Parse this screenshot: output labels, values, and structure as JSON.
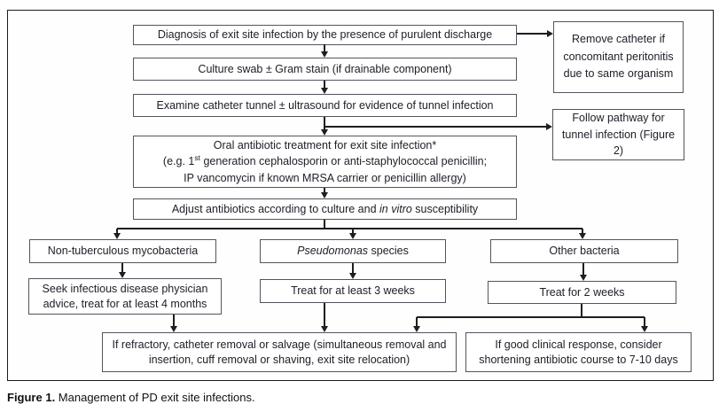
{
  "figure": {
    "caption_bold": "Figure 1.",
    "caption_text": " Management of PD exit site infections."
  },
  "flowchart": {
    "boxes": {
      "diagnosis": "Diagnosis of exit site infection by the presence of purulent discharge",
      "remove_catheter": "Remove catheter if concomitant peritonitis due to same organism",
      "culture_swab": "Culture swab ± Gram stain (if drainable component)",
      "examine_tunnel": "Examine catheter tunnel ± ultrasound for evidence of tunnel infection",
      "follow_pathway": "Follow pathway for tunnel infection (Figure 2)",
      "oral_antibiotic": {
        "line1": "Oral antibiotic treatment for exit site infection*",
        "line2_pre": "(e.g. 1",
        "line2_sup": "st",
        "line2_post": " generation cephalosporin or anti-staphylococcal penicillin;",
        "line3": "IP vancomycin if known MRSA carrier or penicillin allergy)"
      },
      "adjust": {
        "pre": "Adjust antibiotics according to culture and ",
        "italic": "in vitro",
        "post": " susceptibility"
      },
      "non_tuberculous": "Non-tuberculous mycobacteria",
      "pseudomonas": {
        "italic": "Pseudomonas",
        "post": " species"
      },
      "other_bacteria": "Other bacteria",
      "seek_advice": "Seek infectious disease physician advice, treat for at least 4 months",
      "treat_3_weeks": "Treat for at least 3 weeks",
      "treat_2_weeks": "Treat for 2 weeks",
      "refractory": "If refractory, catheter removal or salvage (simultaneous removal and insertion, cuff removal or shaving, exit site relocation)",
      "good_response": "If good clinical response, consider shortening antibiotic course to 7-10 days"
    },
    "colors": {
      "box_border": "#54545e",
      "connector": "#1e1e1e",
      "text": "#20202a",
      "frame_border": "#1c1c1c"
    }
  }
}
